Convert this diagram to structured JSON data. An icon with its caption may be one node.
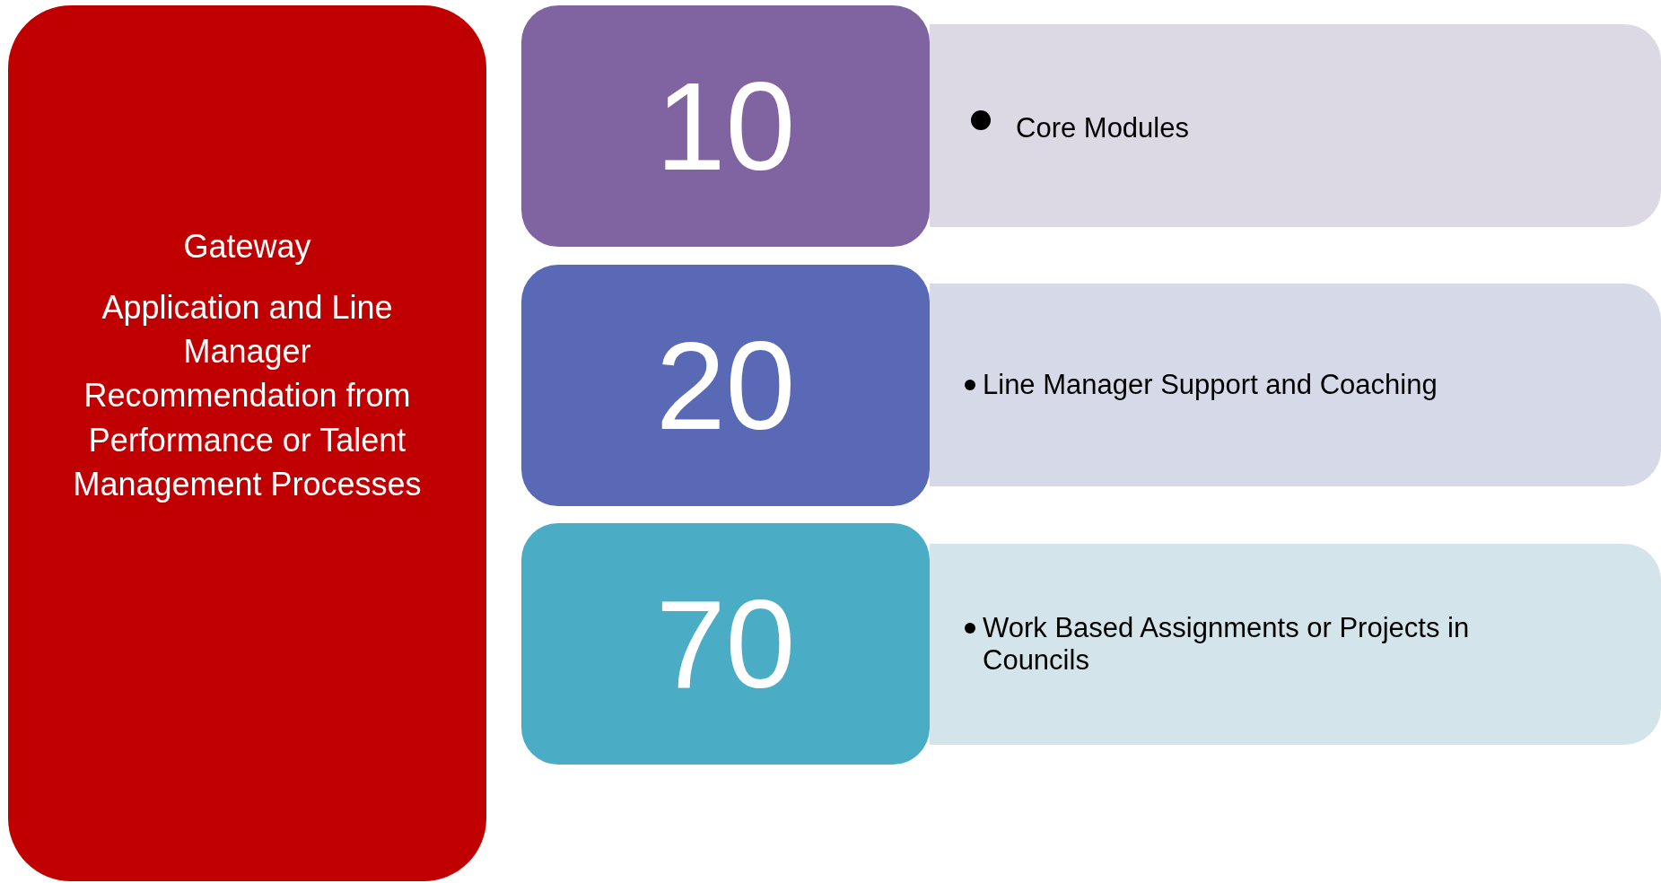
{
  "diagram": {
    "nodes": [
      {
        "text": [
          "Gateway",
          "Application and Line Manager Recommendation from Performance or Talent Management Processes"
        ]
      },
      {
        "text": [
          "10"
        ]
      },
      {
        "text": [
          "Core Modules"
        ]
      },
      {
        "text": [
          "20"
        ]
      },
      {
        "text": [
          "Line Manager Support and Coaching"
        ]
      },
      {
        "text": [
          "70"
        ]
      },
      {
        "text": [
          "Work Based Assignments or Projects in Councils"
        ]
      }
    ]
  }
}
